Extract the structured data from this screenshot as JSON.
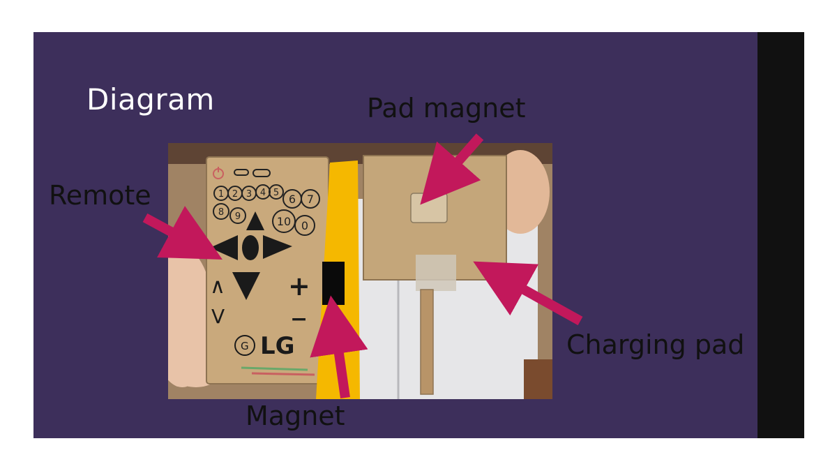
{
  "slide": {
    "title": "Diagram",
    "background_color": "#3d2f5b",
    "side_strip_color": "#111111"
  },
  "labels": {
    "remote": "Remote",
    "pad_magnet": "Pad magnet",
    "charging_pad": "Charging pad",
    "magnet": "Magnet"
  },
  "remote_drawing": {
    "number_keys": [
      "1",
      "2",
      "3",
      "4",
      "5",
      "6",
      "7",
      "8",
      "9",
      "10",
      "0"
    ],
    "plus_sign": "+",
    "minus_sign": "−",
    "up_caret": "∧",
    "down_caret": "V",
    "brand": "LG",
    "brand_logo_glyph": "G",
    "power_icon": "power-icon"
  },
  "colors": {
    "arrow": "#c2185b",
    "magnet_strip": "#f5b800",
    "cardboard": "#c9a97c"
  }
}
